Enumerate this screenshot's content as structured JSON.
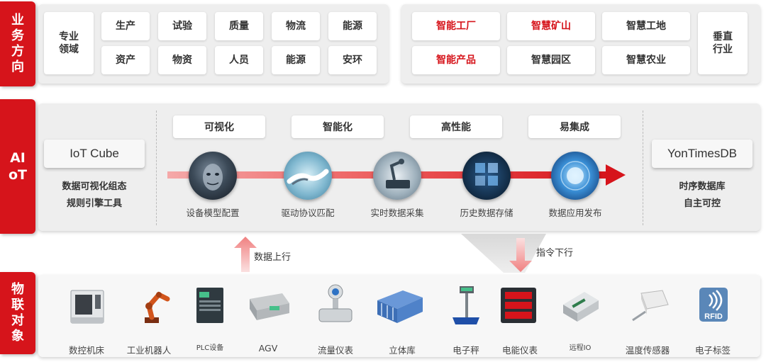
{
  "bands": {
    "business": "业\n务\n方\n向",
    "aiot": "AI\noT",
    "iot_objects": "物\n联\n对\n象"
  },
  "business": {
    "domain_header": "专业\n领域",
    "domain_items": [
      "生产",
      "试验",
      "质量",
      "物流",
      "能源",
      "资产",
      "物资",
      "人员",
      "能源",
      "安环"
    ],
    "industry_items": [
      "智能工厂",
      "智慧矿山",
      "智慧工地",
      "智能产品",
      "智慧园区",
      "智慧农业"
    ],
    "industry_header": "垂直\n行业"
  },
  "aiot": {
    "left_product": "IoT Cube",
    "left_sub": [
      "数据可视化组态",
      "规则引擎工具"
    ],
    "right_product": "YonTimesDB",
    "right_sub": [
      "时序数据库",
      "自主可控"
    ],
    "features": [
      "可视化",
      "智能化",
      "高性能",
      "易集成"
    ],
    "steps": [
      "设备模型配置",
      "驱动协议匹配",
      "实时数据采集",
      "历史数据存储",
      "数据应用发布"
    ]
  },
  "flow": {
    "up": "数据上行",
    "down": "指令下行"
  },
  "devices": [
    "数控机床",
    "工业机器人",
    "PLC设备",
    "AGV",
    "流量仪表",
    "立体库",
    "电子秤",
    "电能仪表",
    "远程IO",
    "温度传感器",
    "电子标签"
  ],
  "rfid_text": "RFID",
  "colors": {
    "accent": "#d6141b",
    "panel": "#eeeeee"
  }
}
